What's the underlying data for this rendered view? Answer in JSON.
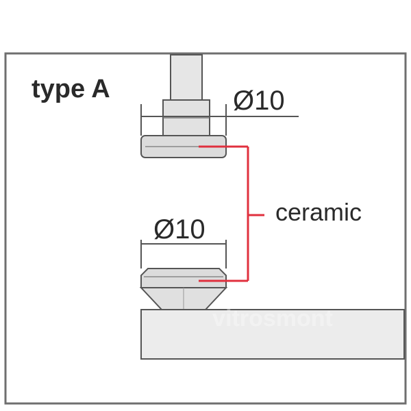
{
  "title": "type A",
  "upper_dimension": "Ø10",
  "lower_dimension": "Ø10",
  "callout_label": "ceramic",
  "watermark": "vitrosmont",
  "colors": {
    "frame": "#6f6f6f",
    "background": "#ffffff",
    "part_fill": "#e4e4e4",
    "part_stroke": "#555555",
    "base_fill": "#ececec",
    "callout_line": "#e0303e",
    "text": "#2a2a2a"
  }
}
